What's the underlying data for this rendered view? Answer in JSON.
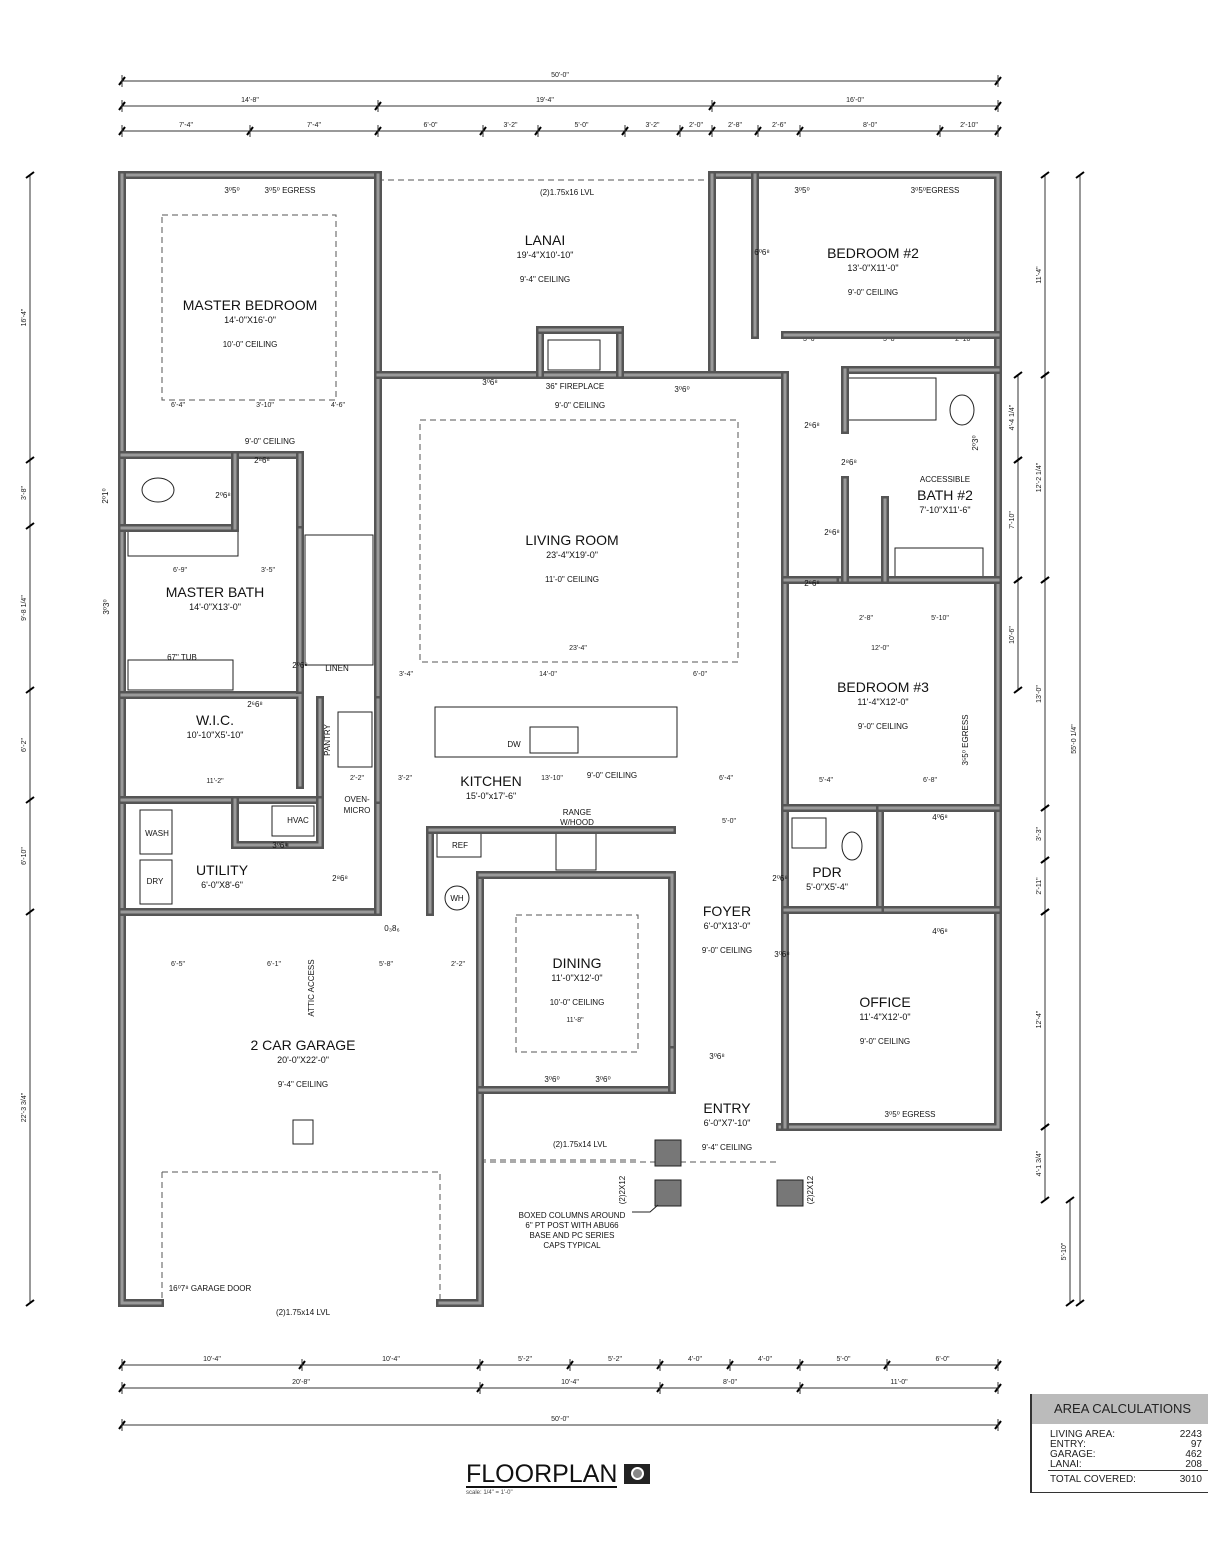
{
  "rooms": [
    {
      "name": "MASTER BEDROOM",
      "size": "14'-0\"X16'-0\"",
      "ceiling": "10'-0\"  CEILING"
    },
    {
      "name": "LANAI",
      "size": "19'-4\"X10'-10\"",
      "ceiling": "9'-4\"  CEILING"
    },
    {
      "name": "BEDROOM #2",
      "size": "13'-0\"X11'-0\"",
      "ceiling": "9'-0\"  CEILING"
    },
    {
      "name": "LIVING ROOM",
      "size": "23'-4\"X19'-0\"",
      "ceiling": "11'-0\"  CEILING"
    },
    {
      "name": "BATH #2",
      "size": "7'-10\"X11'-6\"",
      "ceiling": "",
      "prefix": "ACCESSIBLE"
    },
    {
      "name": "MASTER BATH",
      "size": "14'-0\"X13'-0\"",
      "ceiling": ""
    },
    {
      "name": "BEDROOM #3",
      "size": "11'-4\"X12'-0\"",
      "ceiling": "9'-0\"  CEILING"
    },
    {
      "name": "W.I.C.",
      "size": "10'-10\"X5'-10\"",
      "ceiling": ""
    },
    {
      "name": "KITCHEN",
      "size": "15'-0\"x17'-6\"",
      "ceiling": ""
    },
    {
      "name": "UTILITY",
      "size": "6'-0\"X8'-6\"",
      "ceiling": ""
    },
    {
      "name": "PDR",
      "size": "5'-0\"X5'-4\"",
      "ceiling": ""
    },
    {
      "name": "FOYER",
      "size": "6'-0\"X13'-0\"",
      "ceiling": "9'-0\"  CEILING"
    },
    {
      "name": "DINING",
      "size": "11'-0\"X12'-0\"",
      "ceiling": "10'-0\"  CEILING"
    },
    {
      "name": "OFFICE",
      "size": "11'-4\"X12'-0\"",
      "ceiling": "9'-0\"  CEILING"
    },
    {
      "name": "2 CAR GARAGE",
      "size": "20'-0\"X22'-0\"",
      "ceiling": "9'-4\"  CEILING"
    },
    {
      "name": "ENTRY",
      "size": "6'-0\"X7'-10\"",
      "ceiling": "9'-4\"  CEILING"
    }
  ],
  "labels": [
    "(2)1.75x16 LVL",
    "36\" FIREPLACE",
    "9'-0\" CEILING",
    "9'-0\" CEILING",
    "9'-0\" CEILING",
    "(2)1.75x14 LVL",
    "(2)1.75x14 LVL",
    "16⁰7⁸ GARAGE DOOR",
    "LINEN",
    "PANTRY",
    "OVEN-",
    "MICRO",
    "HVAC",
    "WASH",
    "DRY",
    "REF",
    "DW",
    "RANGE",
    "W/HOOD",
    "WH",
    "67\" TUB",
    "ATTIC ACCESS",
    "(2)2X12",
    "(2)2X12",
    "3⁰5⁰",
    "3⁰5⁰  EGRESS",
    "3⁰5⁰",
    "3⁰5⁰EGRESS",
    "3⁰6⁸",
    "3⁰6⁰",
    "6⁰6⁸",
    "2⁶6⁸",
    "2⁸6⁸",
    "2⁶6⁸",
    "2⁶6⁸",
    "2⁸6⁸",
    "2⁰6⁸",
    "2⁰6⁸",
    "2⁶6⁸",
    "3⁰6⁸",
    "2⁸6⁸",
    "0₃8₆",
    "4⁰6⁸",
    "2⁰6⁸",
    "4⁰6⁸",
    "3⁰6⁸",
    "3⁰6⁸",
    "3⁰6⁰",
    "3⁰6⁰",
    "3⁰5⁰ EGRESS",
    "3⁵5⁰ EGRESS",
    "2⁰3⁰",
    "3⁰3⁰",
    "2⁰1⁰"
  ],
  "note": [
    "BOXED COLUMNS AROUND",
    "6\" PT POST WITH ABU66",
    "BASE AND PC SERIES",
    "CAPS TYPICAL"
  ],
  "dimensions": {
    "top_total": "50'-0\"",
    "top_mid": [
      "14'-8\"",
      "19'-4\"",
      "16'-0\""
    ],
    "top_detail": [
      "7'-4\"",
      "7'-4\"",
      "6'-0\"",
      "3'-2\"",
      "5'-0\"",
      "3'-2\"",
      "2'-0\"",
      "2'-8\"",
      "2'-6\"",
      "8'-0\"",
      "2'-10\""
    ],
    "bottom_detail": [
      "10'-4\"",
      "10'-4\"",
      "5'-2\"",
      "5'-2\"",
      "4'-0\"",
      "4'-0\"",
      "5'-0\"",
      "6'-0\""
    ],
    "bottom_mid": [
      "20'-8\"",
      "10'-4\"",
      "8'-0\"",
      "11'-0\""
    ],
    "bottom_total": "50'-0\"",
    "left": [
      "16'-4\"",
      "3'-8\"",
      "9'-8 1/4\"",
      "6'-2\"",
      "6'-10\"",
      "22'-3 3/4\""
    ],
    "right": [
      "11'-4\"",
      "4'-4 1/4\"",
      "12'-2 1/4\"",
      "7'-10\"",
      "10'-6\"",
      "13'-0\"",
      "3'-3\"",
      "2'-11\"",
      "12'-4\"",
      "4'-1 3/4\"",
      "5'-10\"",
      "55'-0 1/4\""
    ],
    "interior": [
      "6'-4\"",
      "3'-10\"",
      "4'-6\"",
      "23'-4\"",
      "14'-0\"",
      "6'-0\"",
      "3'-4\"",
      "13'-10\"",
      "6'-4\"",
      "3'-2\"",
      "2'-2\"",
      "6'-5\"",
      "6'-1\"",
      "5'-8\"",
      "2'-2\"",
      "11'-8\"",
      "12'-0\"",
      "5'-4\"",
      "6'-8\"",
      "5'-0\"",
      "3'-6\"",
      "5'-8\"",
      "2'-10\"",
      "2'-8\"",
      "5'-10\"",
      "11'-2\"",
      "6'-9\"",
      "3'-5\""
    ]
  },
  "area_calculations": {
    "title": "AREA CALCULATIONS",
    "rows": [
      {
        "label": "LIVING  AREA:",
        "value": "2243"
      },
      {
        "label": "ENTRY:",
        "value": "97"
      },
      {
        "label": "GARAGE:",
        "value": "462"
      },
      {
        "label": "LANAI:",
        "value": "208"
      }
    ],
    "total": {
      "label": "TOTAL  COVERED:",
      "value": "3010"
    }
  },
  "title": {
    "text": "FLOORPLAN",
    "scale": "scale: 1/4\" = 1'-0\""
  }
}
